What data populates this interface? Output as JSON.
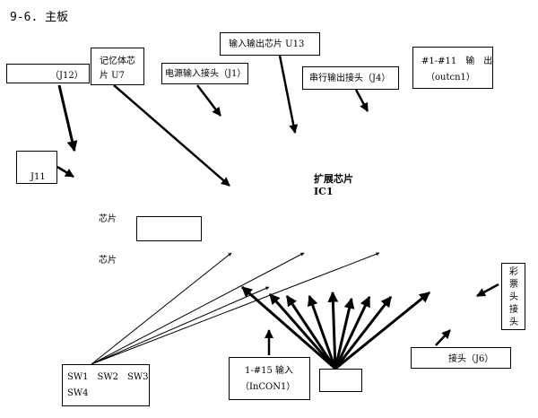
{
  "title": "9-6. 主板",
  "labels": {
    "j12": "（J12）",
    "memory_l1": "记忆体芯",
    "memory_l2": "片 U7",
    "io_chip": "输入输出芯片 U13",
    "power": "电源输入接头（J1）",
    "serial": "串行输出接头（J4）",
    "outcn_l1": "#1-#11　输　出",
    "outcn_l2": "（outcn1）",
    "j11": "J11",
    "expand_l1": "扩展芯片",
    "expand_l2": "IC1",
    "chip1": "芯片",
    "chip2": "芯片",
    "lottery": [
      "彩",
      "票",
      "头",
      "接",
      "头"
    ],
    "j6": "接头（J6）",
    "sw_l1": "SW1　SW2　SW3",
    "sw_l2": "SW4",
    "incon_l1": "1-#15 输入",
    "incon_l2": "（InCON1）"
  }
}
